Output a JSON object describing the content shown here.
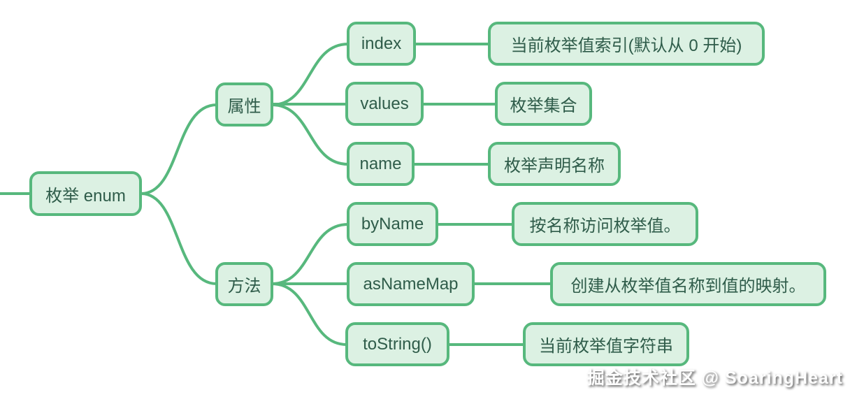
{
  "diagram": {
    "root": {
      "label": "枚举 enum"
    },
    "branches": [
      {
        "label": "属性",
        "children": [
          {
            "label": "index",
            "desc": "当前枚举值索引(默认从 0 开始)"
          },
          {
            "label": "values",
            "desc": "枚举集合"
          },
          {
            "label": "name",
            "desc": "枚举声明名称"
          }
        ]
      },
      {
        "label": "方法",
        "children": [
          {
            "label": "byName",
            "desc": "按名称访问枚举值。"
          },
          {
            "label": "asNameMap",
            "desc": "创建从枚举值名称到值的映射。"
          },
          {
            "label": "toString()",
            "desc": "当前枚举值字符串"
          }
        ]
      }
    ],
    "watermark": "掘金技术社区 @ SoaringHeart",
    "colors": {
      "background": "#ffffff",
      "node_fill": "#dcf1e3",
      "node_border": "#57b87d",
      "edge": "#57b87d",
      "text": "#2f5c4a"
    }
  }
}
